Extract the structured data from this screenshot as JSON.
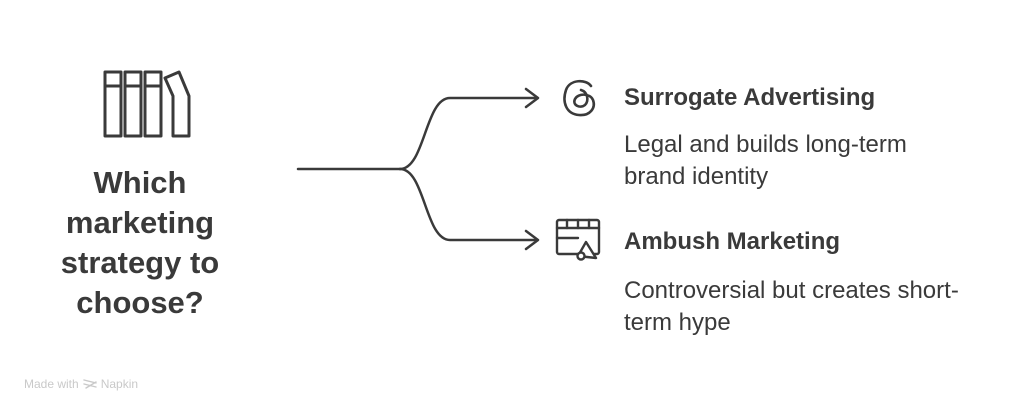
{
  "diagram": {
    "question_lines": [
      "Which",
      "marketing",
      "strategy to",
      "choose?"
    ],
    "options": [
      {
        "title": "Surrogate Advertising",
        "description_lines": [
          "Legal and builds long-term",
          "brand identity"
        ],
        "icon": "threads-icon"
      },
      {
        "title": "Ambush Marketing",
        "description_lines": [
          "Controversial but creates short-",
          "term hype"
        ],
        "icon": "billboard-megaphone-icon"
      }
    ],
    "left_icon": "bookshelf-icon",
    "stroke_color": "#3a3a3a"
  },
  "watermark": {
    "text": "Made with",
    "brand": "Napkin",
    "icon": "napkin-logo-icon"
  }
}
